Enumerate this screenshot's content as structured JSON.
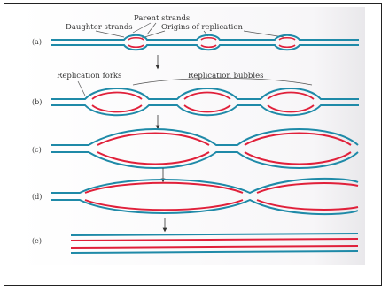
{
  "labels": {
    "daughter_strands": "Daughter strands",
    "parent_strands": "Parent strands",
    "origins_of_replication": "Origins of replication",
    "replication_forks": "Replication forks",
    "replication_bubbles": "Replication bubbles"
  },
  "panels": [
    {
      "letter": "(a)"
    },
    {
      "letter": "(b)"
    },
    {
      "letter": "(c)"
    },
    {
      "letter": "(d)"
    },
    {
      "letter": "(e)"
    }
  ],
  "colors": {
    "parent_strand": "#1f8aa8",
    "daughter_strand": "#e0203a",
    "label_text": "#333333",
    "arrow": "#333333",
    "page_shade": "#f2f1f3"
  }
}
